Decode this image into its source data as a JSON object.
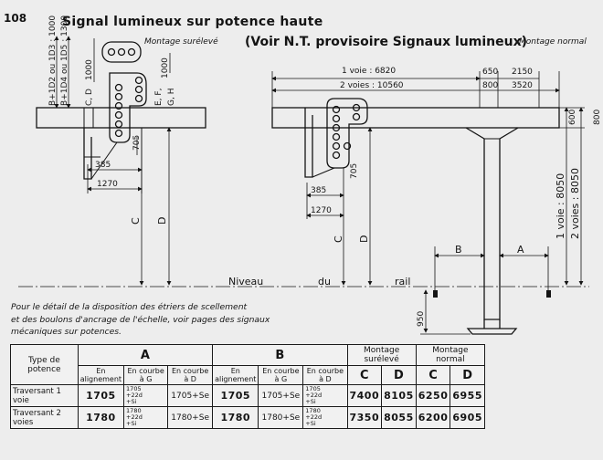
{
  "page_number": "108",
  "title": "Signal lumineux sur potence haute",
  "subtitle": "(Voir N.T. provisoire Signaux lumineux)",
  "label_montage_sureleve": "Montage surélevé",
  "label_montage_normal": "Montage normal",
  "drawing_left": {
    "vertical_dim_1": "B+1D2 ou 1D3 : 1000",
    "vertical_dim_2": "B+1D4 ou 1D5 : 1300",
    "dim_1000_left": "1000",
    "dim_1000_right": "1000",
    "cd_label": "C, D",
    "efgh_label_1": "E, F,",
    "efgh_label_2": "G, H",
    "dim_705": "705",
    "dim_385": "385",
    "dim_1270": "1270",
    "label_c": "C",
    "label_d": "D"
  },
  "drawing_right": {
    "voie1": "1 voie :  6820",
    "voie2": "2 voies : 10560",
    "dim_650": "650",
    "dim_2150": "2150",
    "dim_800": "800",
    "dim_3520": "3520",
    "dim_600": "600",
    "dim_800_v": "800",
    "dim_705": "705",
    "dim_385": "385",
    "dim_1270": "1270",
    "label_c": "C",
    "label_d": "D",
    "label_b": "B",
    "label_a": "A",
    "voie1_v": "1 voie : 8050",
    "voie2_v": "2 voies : 8050",
    "dim_950": "950"
  },
  "niveau_label": "Niveau",
  "du_label": "du",
  "rail_label": "rail",
  "note_lines": [
    "Pour le détail de la disposition des étriers de scellement",
    "et des boulons d'ancrage de l'échelle, voir pages des signaux",
    "mécaniques sur potences."
  ],
  "table": {
    "col_type": "Type de potence",
    "col_a": "A",
    "col_b": "B",
    "col_sur": "Montage surélevé",
    "col_norm": "Montage normal",
    "sub_en_alignement": "En alignement",
    "sub_en_courbe_g": "En courbe à G",
    "sub_en_courbe_d": "En courbe à D",
    "sub_c": "C",
    "sub_d": "D",
    "rows": [
      {
        "type": "Traversant 1 voie",
        "a_align": "1705",
        "a_g": [
          "1705",
          "+22d",
          "+Si"
        ],
        "a_d": "1705+Se",
        "b_align": "1705",
        "b_g": "1705+Se",
        "b_d": [
          "1705",
          "+22d",
          "+Si"
        ],
        "sur_c": "7400",
        "sur_d": "8105",
        "norm_c": "6250",
        "norm_d": "6955"
      },
      {
        "type": "Traversant 2 voies",
        "a_align": "1780",
        "a_g": [
          "1780",
          "+22d",
          "+Si"
        ],
        "a_d": "1780+Se",
        "b_align": "1780",
        "b_g": "1780+Se",
        "b_d": [
          "1780",
          "+22d",
          "+Si"
        ],
        "sur_c": "7350",
        "sur_d": "8055",
        "norm_c": "6200",
        "norm_d": "6905"
      }
    ]
  }
}
